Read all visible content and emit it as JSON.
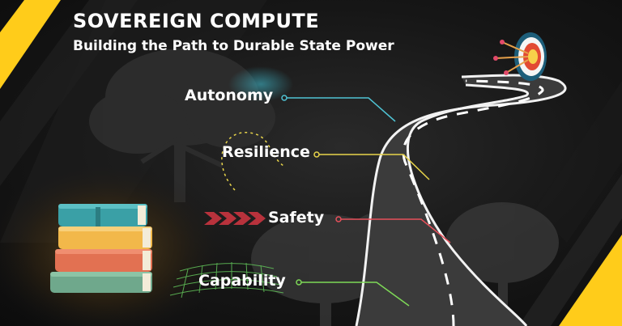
{
  "header": {
    "title": "SOVEREIGN COMPUTE",
    "subtitle": "Building the Path to Durable State Power"
  },
  "milestones": [
    {
      "label": "Autonomy",
      "color": "#4fc3d4"
    },
    {
      "label": "Resilience",
      "color": "#e8d44a"
    },
    {
      "label": "Safety",
      "color": "#e8505b"
    },
    {
      "label": "Capability",
      "color": "#7ed957"
    }
  ],
  "colors": {
    "accent_yellow": "#ffcc1a",
    "road": "#3b3b3b",
    "road_edge": "#f2f2f2"
  },
  "icons": [
    "target-icon",
    "books-icon",
    "road-icon",
    "tree-icon",
    "chevrons-icon",
    "grid-icon"
  ]
}
